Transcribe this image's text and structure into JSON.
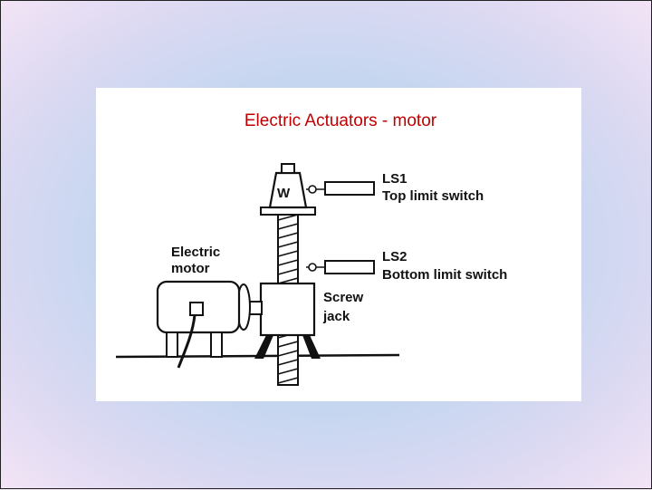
{
  "title": "Electric Actuators - motor",
  "labels": {
    "weight": "W",
    "ls1_name": "LS1",
    "ls1_desc": "Top limit switch",
    "ls2_name": "LS2",
    "ls2_desc": "Bottom limit switch",
    "motor_line1": "Electric",
    "motor_line2": "motor",
    "jack_line1": "Screw",
    "jack_line2": "jack"
  },
  "colors": {
    "title": "#c00000",
    "panel": "#ffffff",
    "ink": "#111111"
  }
}
